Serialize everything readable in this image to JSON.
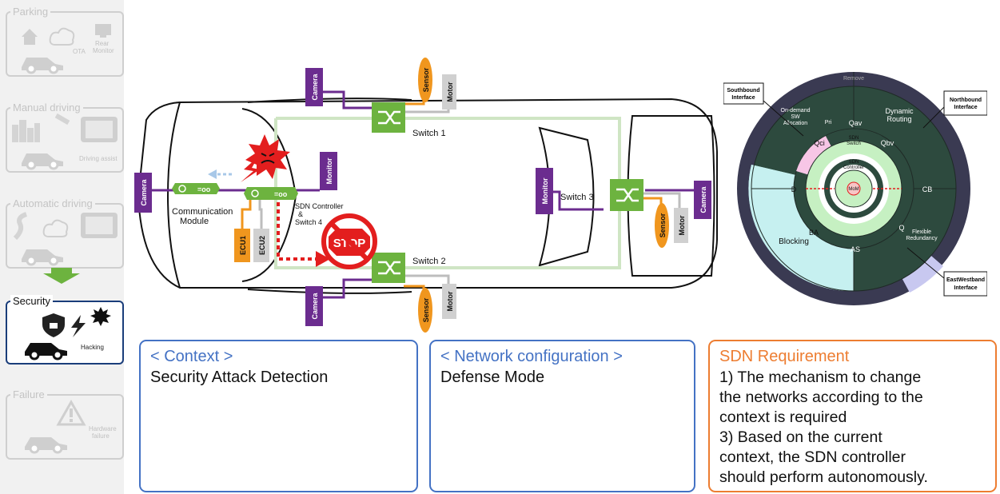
{
  "sidebar": {
    "parking": {
      "title": "Parking",
      "ota": "OTA",
      "rear_monitor_1": "Rear",
      "rear_monitor_2": "Monitor"
    },
    "manual": {
      "title": "Manual driving",
      "caption": "Driving assist"
    },
    "automatic": {
      "title": "Automatic driving"
    },
    "security": {
      "title": "Security",
      "caption": "Hacking"
    },
    "failure": {
      "title": "Failure",
      "caption_1": "Hardware",
      "caption_2": "failure"
    }
  },
  "diagram": {
    "camera": "Camera",
    "sensor": "Sensor",
    "motor": "Motor",
    "monitor": "Monitor",
    "switch1": "Switch 1",
    "switch2": "Switch 2",
    "switch3": "Switch 3",
    "comm_module_1": "Communication",
    "comm_module_2": "Module",
    "sdn_ctrl_1": "SDN Controller",
    "sdn_ctrl_2": "&",
    "sdn_ctrl_3": "Switch 4",
    "ecu1": "ECU1",
    "ecu2": "ECU2",
    "stop": "STOP",
    "port_icon": "=oo"
  },
  "ring": {
    "southbound_1": "Southbound",
    "southbound_2": "Interface",
    "northbound_1": "Northbound",
    "northbound_2": "Interface",
    "eastwest_1": "EastWestband",
    "eastwest_2": "Interface",
    "remove": "Remove",
    "ondemand_1": "On-demand",
    "ondemand_2": "SW",
    "ondemand_3": "Allocation",
    "dynamic_1": "Dynamic",
    "dynamic_2": "Routing",
    "flexible_1": "Flexible",
    "flexible_2": "Redundancy",
    "blocking": "Blocking",
    "qav": "Qav",
    "qci": "Qci",
    "qbv": "Qbv",
    "cb": "CB",
    "q": "Q",
    "as": "AS",
    "ba": "BA",
    "d": "D",
    "pri": "Pri",
    "sdn_switch_1": "SDN",
    "sdn_switch_2": "Switch",
    "sdn_ctrl_1": "SDN",
    "sdn_ctrl_2": "Controller",
    "mom": "MoM",
    "colors": {
      "outer": "#3a3a52",
      "green": "#2d4a3e",
      "cyan": "#c6f0f0",
      "pink": "#f7c6e6",
      "lightgreen": "#c6f0c2",
      "lavender": "#c8c8f0"
    }
  },
  "context": {
    "heading": "< Context >",
    "body": "Security Attack Detection"
  },
  "network": {
    "heading": "< Network configuration >",
    "body": "Defense Mode"
  },
  "requirement": {
    "heading": "SDN Requirement",
    "lines": [
      "1) The mechanism to change",
      "the networks according to the",
      "context is required",
      "3) Based on the current",
      "context, the SDN controller",
      "should perform autonomously."
    ]
  }
}
